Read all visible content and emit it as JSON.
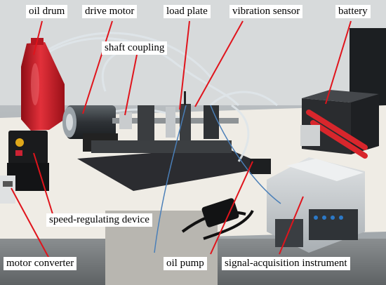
{
  "labels": {
    "oil_drum": "oil drum",
    "drive_motor": "drive motor",
    "load_plate": "load plate",
    "vibration_sensor": "vibration sensor",
    "battery": "battery",
    "shaft_coupling": "shaft coupling",
    "speed_regulating_device": "speed-regulating device",
    "motor_converter": "motor converter",
    "oil_pump": "oil pump",
    "signal_acquisition_instrument": "signal-acquisition instrument"
  },
  "colors": {
    "leader_line": "#e0141c",
    "oil_drum": "#d81f2a",
    "table": "#f2f0ea",
    "rubber_mat": "#2b2c30"
  }
}
